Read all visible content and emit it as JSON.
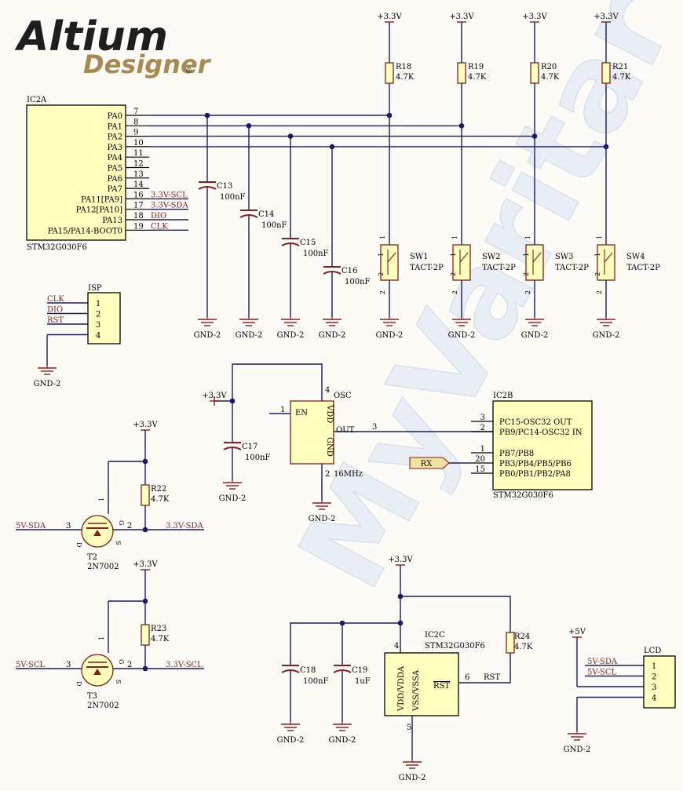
{
  "logo": {
    "brand": "Altium",
    "product": "Designer",
    "reg": "®"
  },
  "watermark": "MyVaritar",
  "ic2a": {
    "ref": "IC2A",
    "part": "STM32G030F6",
    "pins": [
      {
        "name": "PA0",
        "num": "7",
        "net": ""
      },
      {
        "name": "PA1",
        "num": "8",
        "net": ""
      },
      {
        "name": "PA2",
        "num": "9",
        "net": ""
      },
      {
        "name": "PA3",
        "num": "10",
        "net": ""
      },
      {
        "name": "PA4",
        "num": "11",
        "net": ""
      },
      {
        "name": "PA5",
        "num": "12",
        "net": ""
      },
      {
        "name": "PA6",
        "num": "13",
        "net": ""
      },
      {
        "name": "PA7",
        "num": "14",
        "net": ""
      },
      {
        "name": "PA11[PA9]",
        "num": "16",
        "net": "3.3V-SCL"
      },
      {
        "name": "PA12[PA10]",
        "num": "17",
        "net": "3.3V-SDA"
      },
      {
        "name": "PA13",
        "num": "18",
        "net": "DIO"
      },
      {
        "name": "PA15/PA14-BOOT0",
        "num": "19",
        "net": "CLK"
      }
    ]
  },
  "capacitors": [
    {
      "ref": "C13",
      "value": "100nF"
    },
    {
      "ref": "C14",
      "value": "100nF"
    },
    {
      "ref": "C15",
      "value": "100nF"
    },
    {
      "ref": "C16",
      "value": "100nF"
    },
    {
      "ref": "C17",
      "value": "100nF"
    },
    {
      "ref": "C18",
      "value": "100nF"
    },
    {
      "ref": "C19",
      "value": "1uF"
    }
  ],
  "resistors": [
    {
      "ref": "R18",
      "value": "4.7K"
    },
    {
      "ref": "R19",
      "value": "4.7K"
    },
    {
      "ref": "R20",
      "value": "4.7K"
    },
    {
      "ref": "R21",
      "value": "4.7K"
    },
    {
      "ref": "R22",
      "value": "4.7K"
    },
    {
      "ref": "R23",
      "value": "4.7K"
    },
    {
      "ref": "R24",
      "value": "4.7K"
    }
  ],
  "switches": [
    {
      "ref": "SW1",
      "value": "TACT-2P"
    },
    {
      "ref": "SW2",
      "value": "TACT-2P"
    },
    {
      "ref": "SW3",
      "value": "TACT-2P"
    },
    {
      "ref": "SW4",
      "value": "TACT-2P"
    }
  ],
  "power": {
    "v33": "+3.3V",
    "v5": "+5V",
    "gnd": "GND-2"
  },
  "isp": {
    "ref": "ISP",
    "nets": [
      "CLK",
      "DIO",
      "RST",
      ""
    ],
    "pins": [
      "1",
      "2",
      "3",
      "4"
    ]
  },
  "osc": {
    "ref": "OSC",
    "freq": "16MHz",
    "en": "EN",
    "vdd": "VDD",
    "gnd": "GND",
    "out": "OUT",
    "pin_en": "1",
    "pin_vdd": "4",
    "pin_gnd": "2",
    "pin_out": "3"
  },
  "ic2b": {
    "ref": "IC2B",
    "part": "STM32G030F6",
    "pins": [
      {
        "name": "PC15-OSC32 OUT",
        "num": "3"
      },
      {
        "name": "PB9/PC14-OSC32 IN",
        "num": "2"
      },
      {
        "name": "PB7/PB8",
        "num": "1"
      },
      {
        "name": "PB3/PB4/PB5/PB6",
        "num": "20"
      },
      {
        "name": "PB0/PB1/PB2/PA8",
        "num": "15"
      }
    ],
    "rx": "RX"
  },
  "ic2c": {
    "ref": "IC2C",
    "part": "STM32G030F6",
    "vdd": "VDD/VDDA",
    "vss": "VSS/VSSA",
    "rst": "RST",
    "pin_vdd": "4",
    "pin_vss": "5",
    "pin_rst": "6",
    "net_rst": "RST"
  },
  "mosfets": [
    {
      "ref": "T2",
      "part": "2N7002",
      "left": "5V-SDA",
      "right": "3.3V-SDA"
    },
    {
      "ref": "T3",
      "part": "2N7002",
      "left": "5V-SCL",
      "right": "3.3V-SCL"
    }
  ],
  "mos_pins": {
    "g": "1",
    "s": "2",
    "d": "3",
    "G": "G",
    "D": "D",
    "S": "S"
  },
  "lcd": {
    "ref": "LCD",
    "nets": [
      "5V-SDA",
      "5V-SCL",
      "",
      ""
    ],
    "pins": [
      "1",
      "2",
      "3",
      "4"
    ]
  },
  "pinnums": {
    "one": "1",
    "two": "2"
  },
  "colors": {
    "wire": "#1a1a6e",
    "comp": "#8a1c1c",
    "fill": "#ffffbe",
    "netlabel": "#8a1c1c"
  }
}
